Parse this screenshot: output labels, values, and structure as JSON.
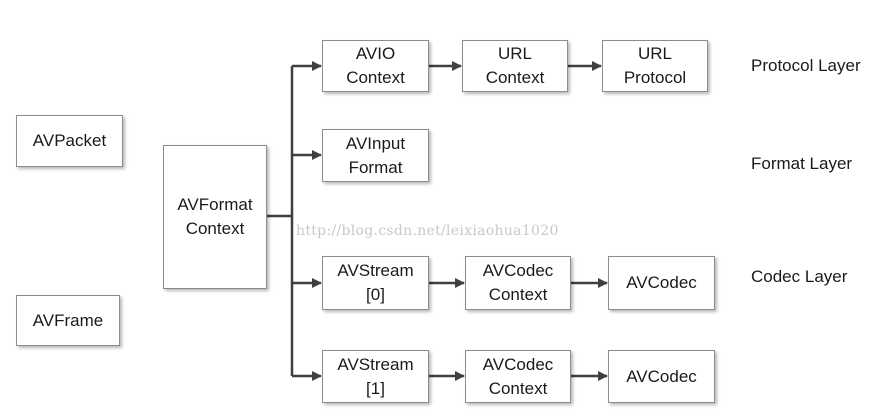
{
  "boxes": {
    "avpacket": "AVPacket",
    "avframe": "AVFrame",
    "avformat": [
      "AVFormat",
      "Context"
    ],
    "avio": [
      "AVIO",
      "Context"
    ],
    "url_context": [
      "URL",
      "Context"
    ],
    "url_protocol": [
      "URL",
      "Protocol"
    ],
    "avinput": [
      "AVInput",
      "Format"
    ],
    "avstream0": [
      "AVStream",
      "[0]"
    ],
    "avcodec_ctx0": [
      "AVCodec",
      "Context"
    ],
    "avcodec0": "AVCodec",
    "avstream1": [
      "AVStream",
      "[1]"
    ],
    "avcodec_ctx1": [
      "AVCodec",
      "Context"
    ],
    "avcodec1": "AVCodec"
  },
  "layers": {
    "protocol": "Protocol Layer",
    "format": "Format Layer",
    "codec": "Codec Layer"
  },
  "watermark": "http://blog.csdn.net/leixiaohua1020",
  "colors": {
    "line": "#404040",
    "border": "#8c8c8c"
  }
}
